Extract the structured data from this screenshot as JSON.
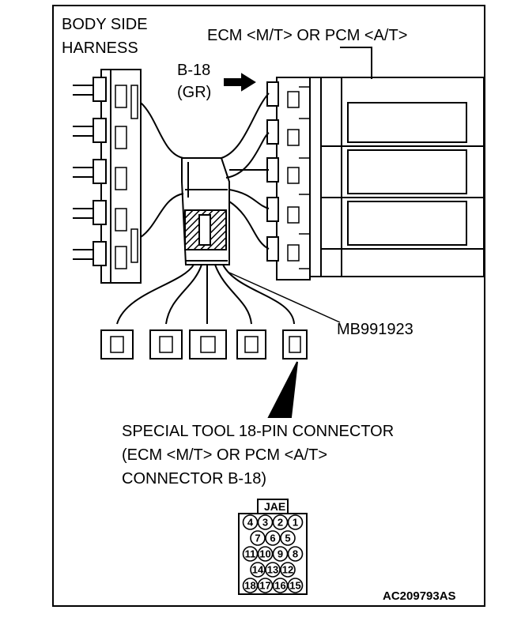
{
  "labels": {
    "body_side_harness_line1": "BODY SIDE",
    "body_side_harness_line2": "HARNESS",
    "ecm_pcm": "ECM <M/T> OR PCM <A/T>",
    "connector_id": "B-18",
    "connector_color": "(GR)",
    "tool_part_number": "MB991923",
    "special_tool_line1": "SPECIAL TOOL 18-PIN CONNECTOR",
    "special_tool_line2": "(ECM <M/T> OR PCM <A/T>",
    "special_tool_line3": "CONNECTOR B-18)",
    "connector_brand": "JAE",
    "figure_code": "AC209793AS"
  },
  "pinout": {
    "rows": [
      [
        "4",
        "3",
        "2",
        "1"
      ],
      [
        "7",
        "6",
        "5"
      ],
      [
        "11",
        "10",
        "9",
        "8"
      ],
      [
        "14",
        "13",
        "12"
      ],
      [
        "18",
        "17",
        "16",
        "15"
      ]
    ]
  },
  "colors": {
    "line": "#000000",
    "background": "#ffffff"
  }
}
